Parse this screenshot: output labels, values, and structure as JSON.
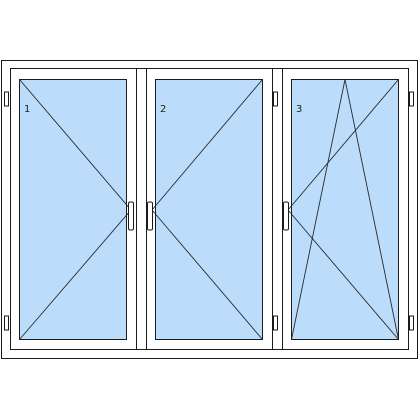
{
  "colors": {
    "background": "#ffffff",
    "frame_stroke": "#1a1a1a",
    "glass_fill": "#bcdcfb",
    "opening_lines": "#2a2a2a"
  },
  "window": {
    "sashes": [
      {
        "label": "1",
        "opening": "turn",
        "hinge_side": "left"
      },
      {
        "label": "2",
        "opening": "turn",
        "hinge_side": "right"
      },
      {
        "label": "3",
        "opening": "tilt-turn",
        "hinge_side": "right"
      }
    ]
  }
}
